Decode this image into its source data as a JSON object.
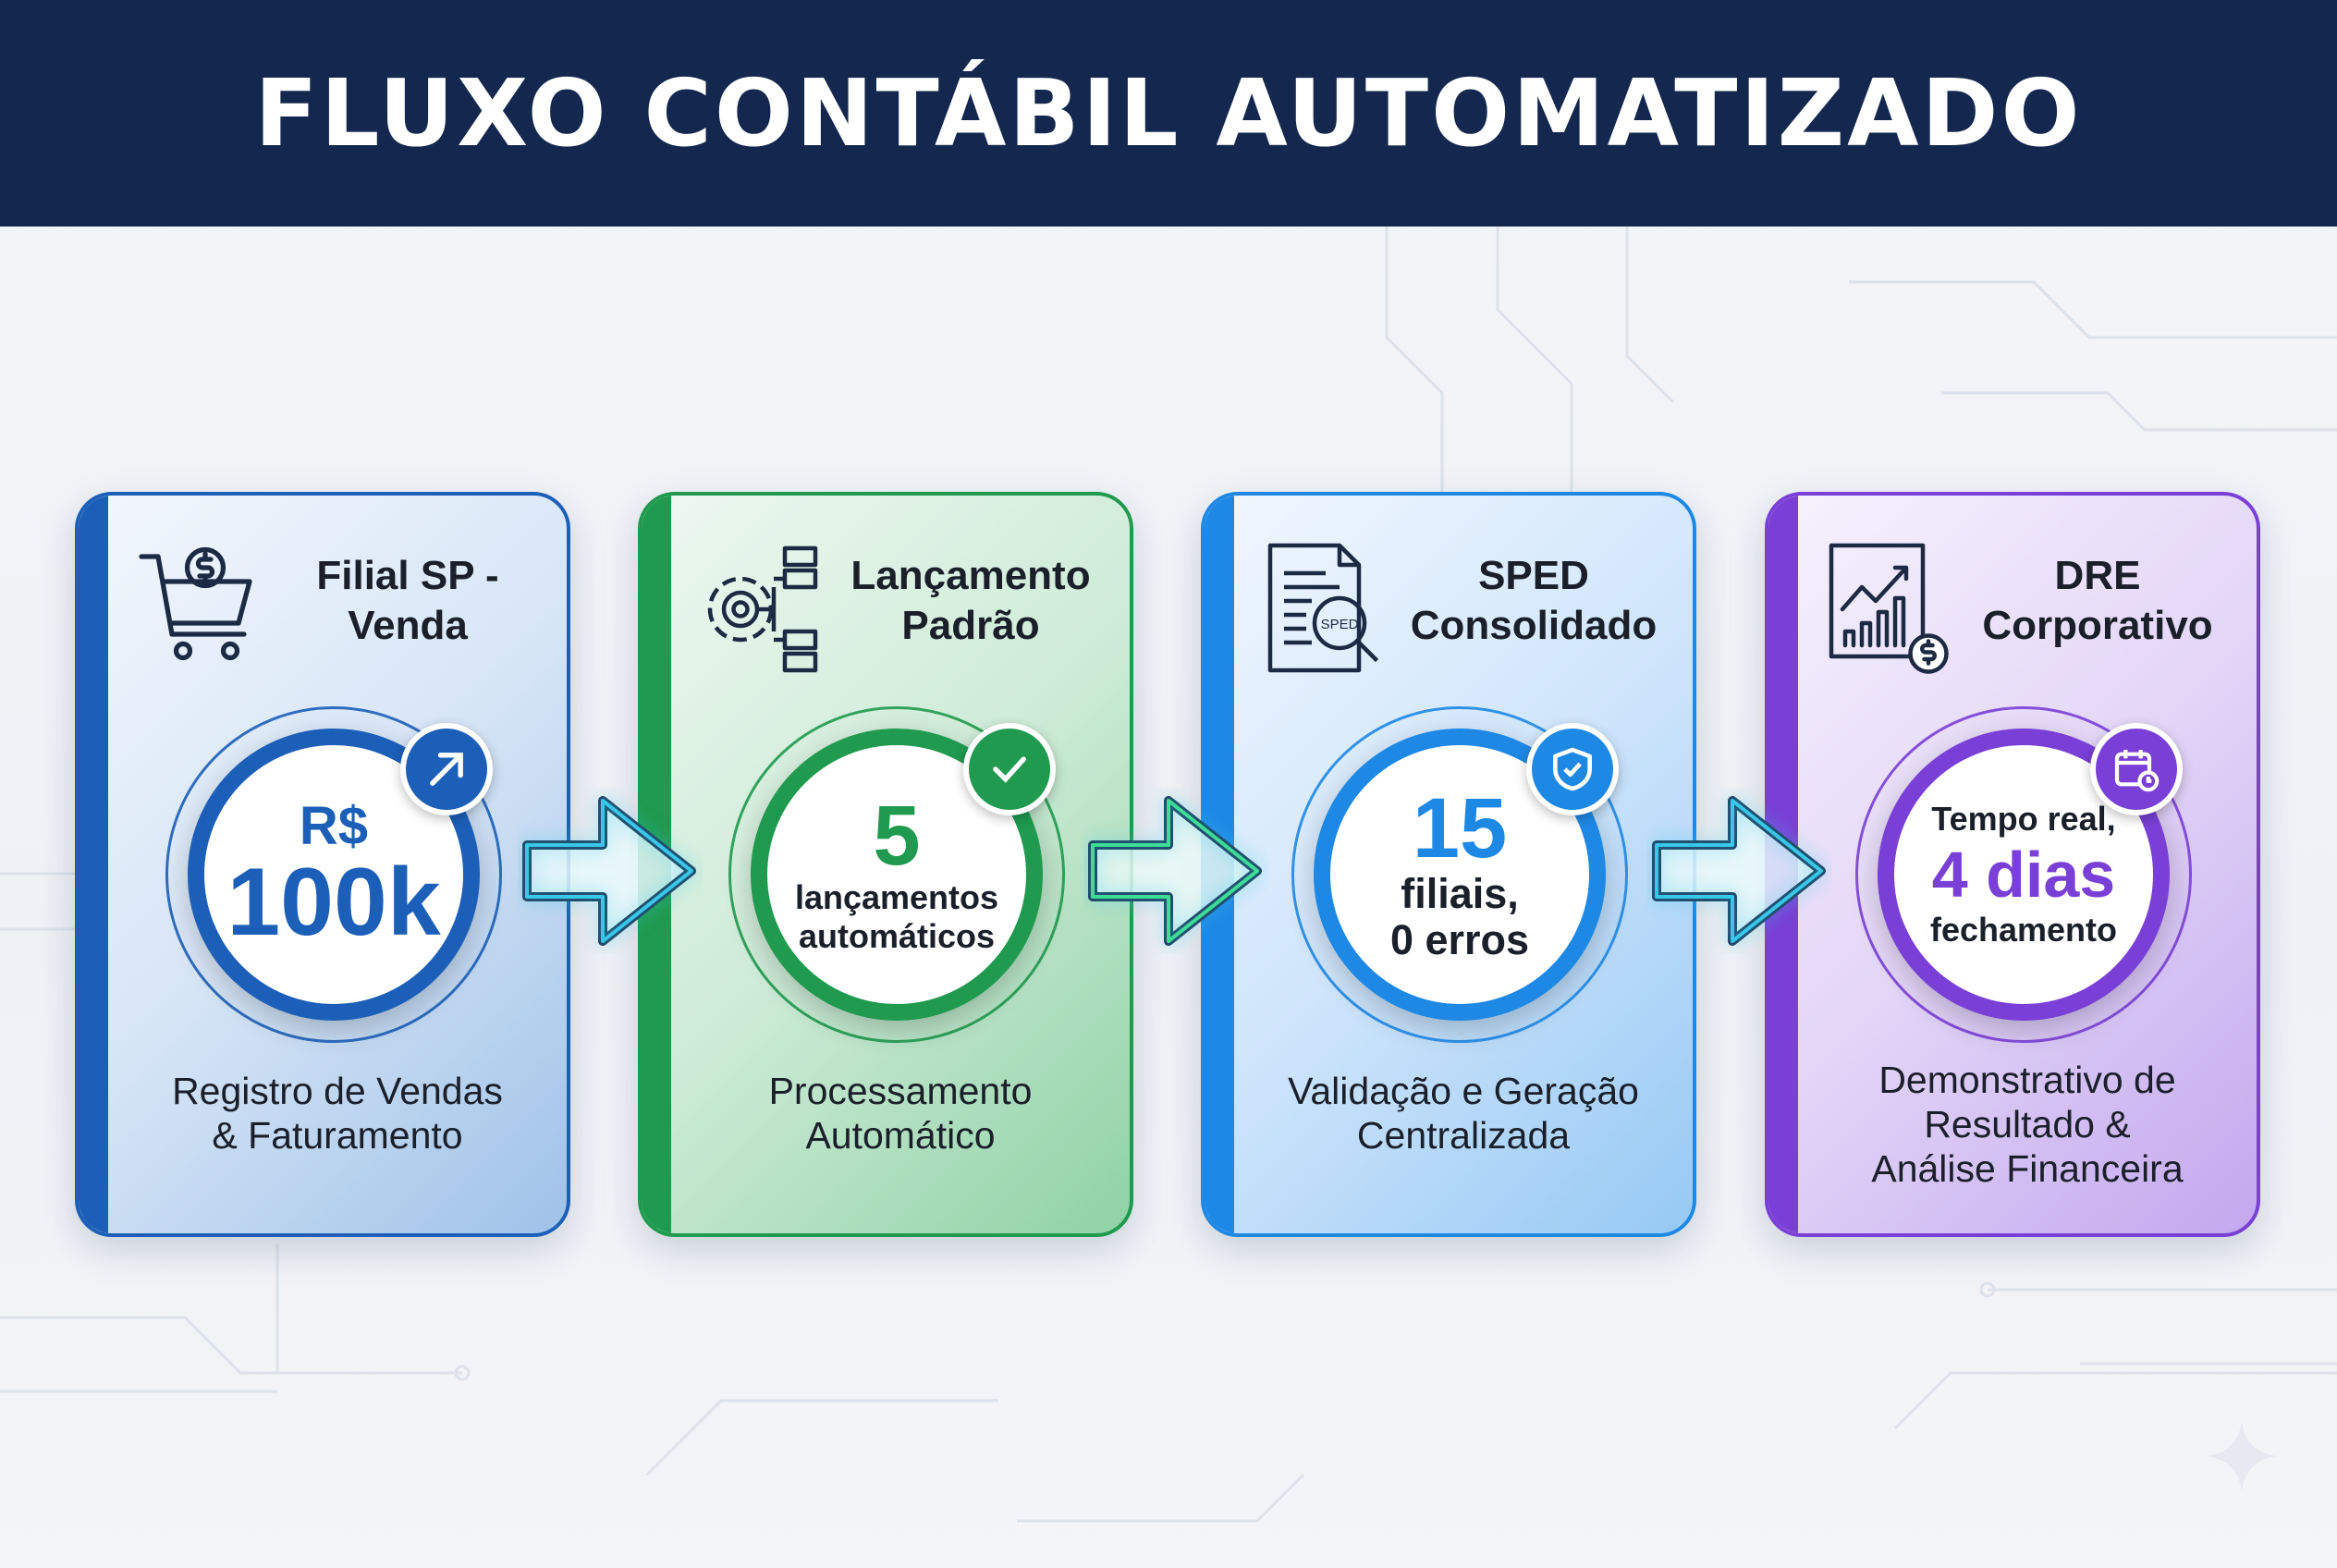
{
  "title": "FLUXO CONTÁBIL AUTOMATIZADO",
  "colors": {
    "header": "#14284f",
    "blue": "#1c5fb8",
    "green": "#1f9a4e",
    "skyblue": "#1e88e5",
    "purple": "#7a3fd6",
    "arrow": "#38c7e8"
  },
  "cards": [
    {
      "title_1": "Filial SP -",
      "title_2": "Venda",
      "icon": "shopping-cart-dollar-icon",
      "badge_icon": "arrow-up-right-icon",
      "value_top": "R$",
      "value_main": "100k",
      "desc_1": "Registro de Vendas",
      "desc_2": "& Faturamento"
    },
    {
      "title_1": "Lançamento",
      "title_2": "Padrão",
      "icon": "gear-database-icon",
      "badge_icon": "check-icon",
      "value_main": "5",
      "value_sub_1": "lançamentos",
      "value_sub_2": "automáticos",
      "desc_1": "Processamento",
      "desc_2": "Automático"
    },
    {
      "title_1": "SPED",
      "title_2": "Consolidado",
      "icon": "document-search-icon",
      "icon_label": "SPED",
      "badge_icon": "shield-check-icon",
      "value_main": "15",
      "value_sub_1": "filiais,",
      "value_sub_2": "0 erros",
      "desc_1": "Validação e Geração",
      "desc_2": "Centralizada"
    },
    {
      "title_1": "DRE",
      "title_2": "Corporativo",
      "icon": "chart-dollar-icon",
      "badge_icon": "calendar-clock-icon",
      "value_top": "Tempo real,",
      "value_main": "4 dias",
      "value_sub_1": "fechamento",
      "desc_1": "Demonstrativo de",
      "desc_2": "Resultado &",
      "desc_3": "Análise Financeira"
    }
  ]
}
